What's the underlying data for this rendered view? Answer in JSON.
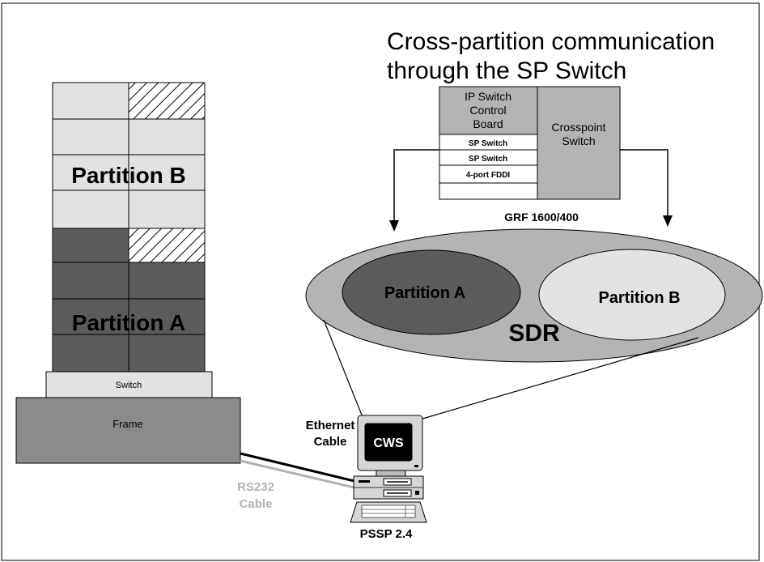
{
  "title": {
    "line1": "Cross-partition communication",
    "line2": "through the SP Switch"
  },
  "frame": {
    "partition_b_label": "Partition B",
    "partition_a_label": "Partition A",
    "switch_label": "Switch",
    "frame_label": "Frame"
  },
  "grf": {
    "ip_switch_line1": "IP Switch",
    "ip_switch_line2": "Control",
    "ip_switch_line3": "Board",
    "crosspoint_line1": "Crosspoint",
    "crosspoint_line2": "Switch",
    "slots": [
      "SP Switch",
      "SP Switch",
      "4-port FDDI"
    ],
    "label": "GRF 1600/400"
  },
  "sdr": {
    "label": "SDR",
    "partition_a": "Partition A",
    "partition_b": "Partition B"
  },
  "cws": {
    "screen_label": "CWS",
    "ethernet_line1": "Ethernet",
    "ethernet_line2": "Cable",
    "rs232_line1": "RS232",
    "rs232_line2": "Cable",
    "pssp_label": "PSSP 2.4"
  },
  "colors": {
    "light_gray": "#e2e2e2",
    "dark_gray": "#5b5b5b",
    "medium_gray": "#b4b4b4",
    "frame_gray": "#8b8b8b",
    "rs232_gray": "#b2b2b2"
  }
}
